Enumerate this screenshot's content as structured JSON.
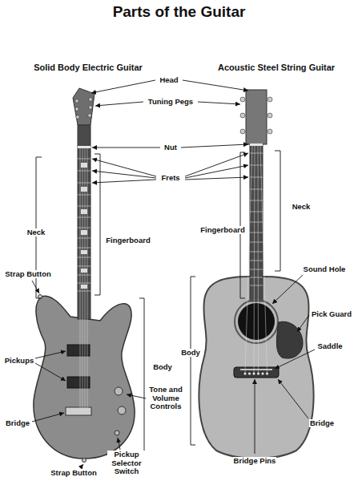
{
  "diagram": {
    "title": "Parts of the Guitar",
    "labels": [
      "Solid Body Electric Guitar",
      "Acoustic Steel String Guitar",
      "Head",
      "Tuning Pegs",
      "Nut",
      "Frets",
      "Neck",
      "Fingerboard",
      "Fingerboard",
      "Neck",
      "Strap Button",
      "Sound Hole",
      "Pick Guard",
      "Saddle",
      "Pickups",
      "Body",
      "Body",
      "Tone and Volume Controls",
      "Bridge",
      "Bridge",
      "Pickup Selector Switch",
      "Bridge Pins",
      "Strap Button"
    ]
  }
}
